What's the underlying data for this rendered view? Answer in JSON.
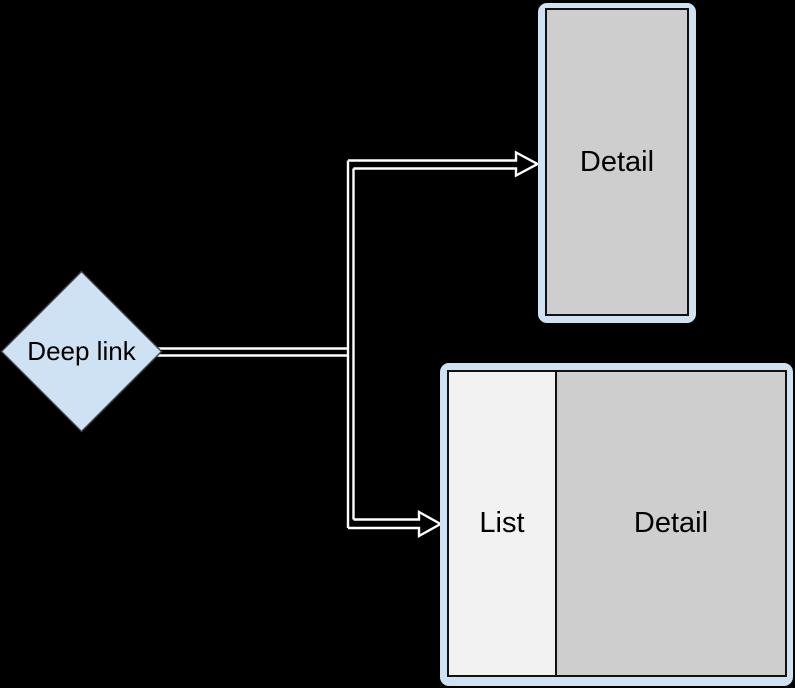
{
  "nodes": {
    "deep_link": {
      "label": "Deep link"
    }
  },
  "screens": {
    "detail": {
      "label": "Detail"
    },
    "list_detail": {
      "list_label": "List",
      "detail_label": "Detail"
    }
  },
  "colors": {
    "background": "#000000",
    "node-fill": "#cfe2f3",
    "node-border": "#404040",
    "screen-frame": "#cfe2f3",
    "screen-border": "#111111",
    "detail-fill": "#cecece",
    "list-fill": "#f2f2f2",
    "connector": "#ffffff",
    "text": "#000000"
  }
}
